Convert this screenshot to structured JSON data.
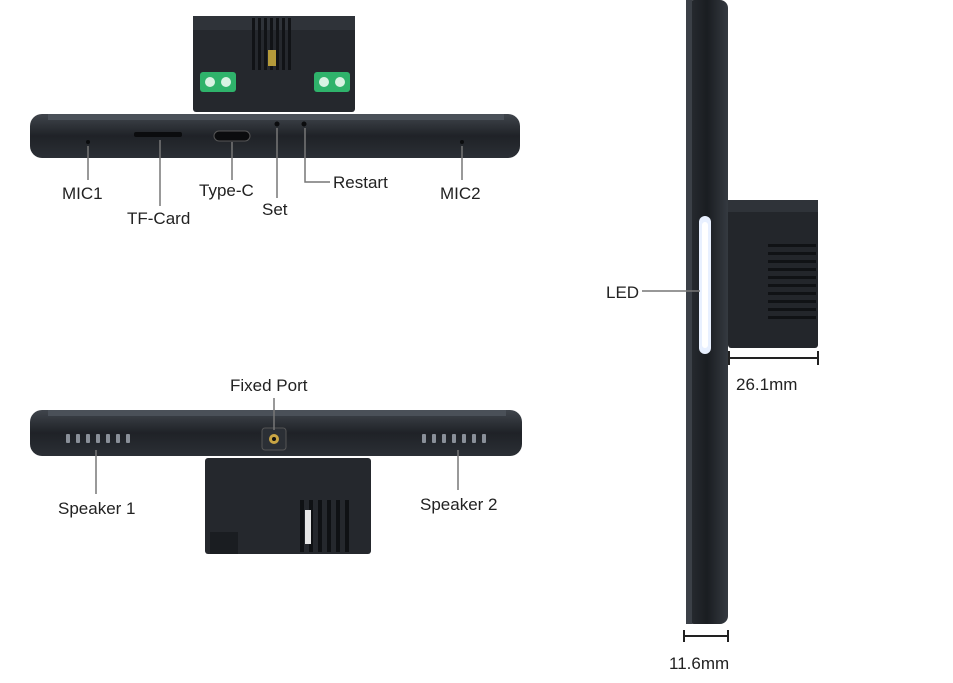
{
  "top_view": {
    "labels": {
      "mic1": "MIC1",
      "tf_card": "TF-Card",
      "type_c": "Type-C",
      "set": "Set",
      "restart": "Restart",
      "mic2": "MIC2"
    }
  },
  "bottom_view": {
    "labels": {
      "fixed_port": "Fixed Port",
      "speaker1": "Speaker 1",
      "speaker2": "Speaker 2"
    }
  },
  "side_view": {
    "labels": {
      "led": "LED",
      "depth": "26.1mm",
      "thickness": "11.6mm"
    }
  },
  "colors": {
    "body": "#1e2126",
    "edge": "#3a3f46",
    "terminal_green": "#2fb36b",
    "led": "#e8f0ff",
    "leader": "#666666"
  }
}
